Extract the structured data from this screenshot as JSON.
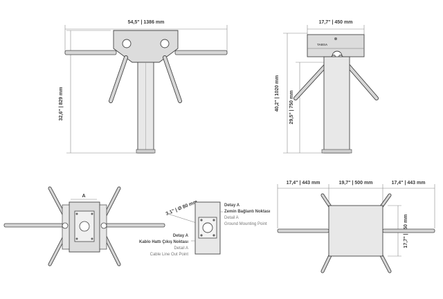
{
  "front_view": {
    "width_label": "54,5\" | 1386 mm",
    "height_label": "32,6\" | 829 mm"
  },
  "side_view": {
    "width_label": "17,7\" | 450 mm",
    "height_label": "40,2\" | 1020 mm",
    "arm_height_label": "29,5\" | 750 mm",
    "brand": "TABSA"
  },
  "top_view": {
    "detail_marker": "A"
  },
  "detail": {
    "size_label": "3,1\" | Ø 80 mm",
    "point_a_title": "Detay A",
    "point_a_line1": "Zemin Bağlantı Noktası",
    "point_a_line2": "Detail A",
    "point_a_line3": "Ground Mounting Point",
    "point_b_title": "Detay A",
    "point_b_line1": "Kablo Hattı Çıkış Noktası",
    "point_b_line2": "Detail A",
    "point_b_line3": "Cable Line Out Point"
  },
  "plan_view": {
    "left_label": "17,4\" | 443 mm",
    "center_label": "19,7\" | 500 mm",
    "right_label": "17,4\" | 443 mm",
    "depth_label": "17,7\" | 450 mm"
  }
}
